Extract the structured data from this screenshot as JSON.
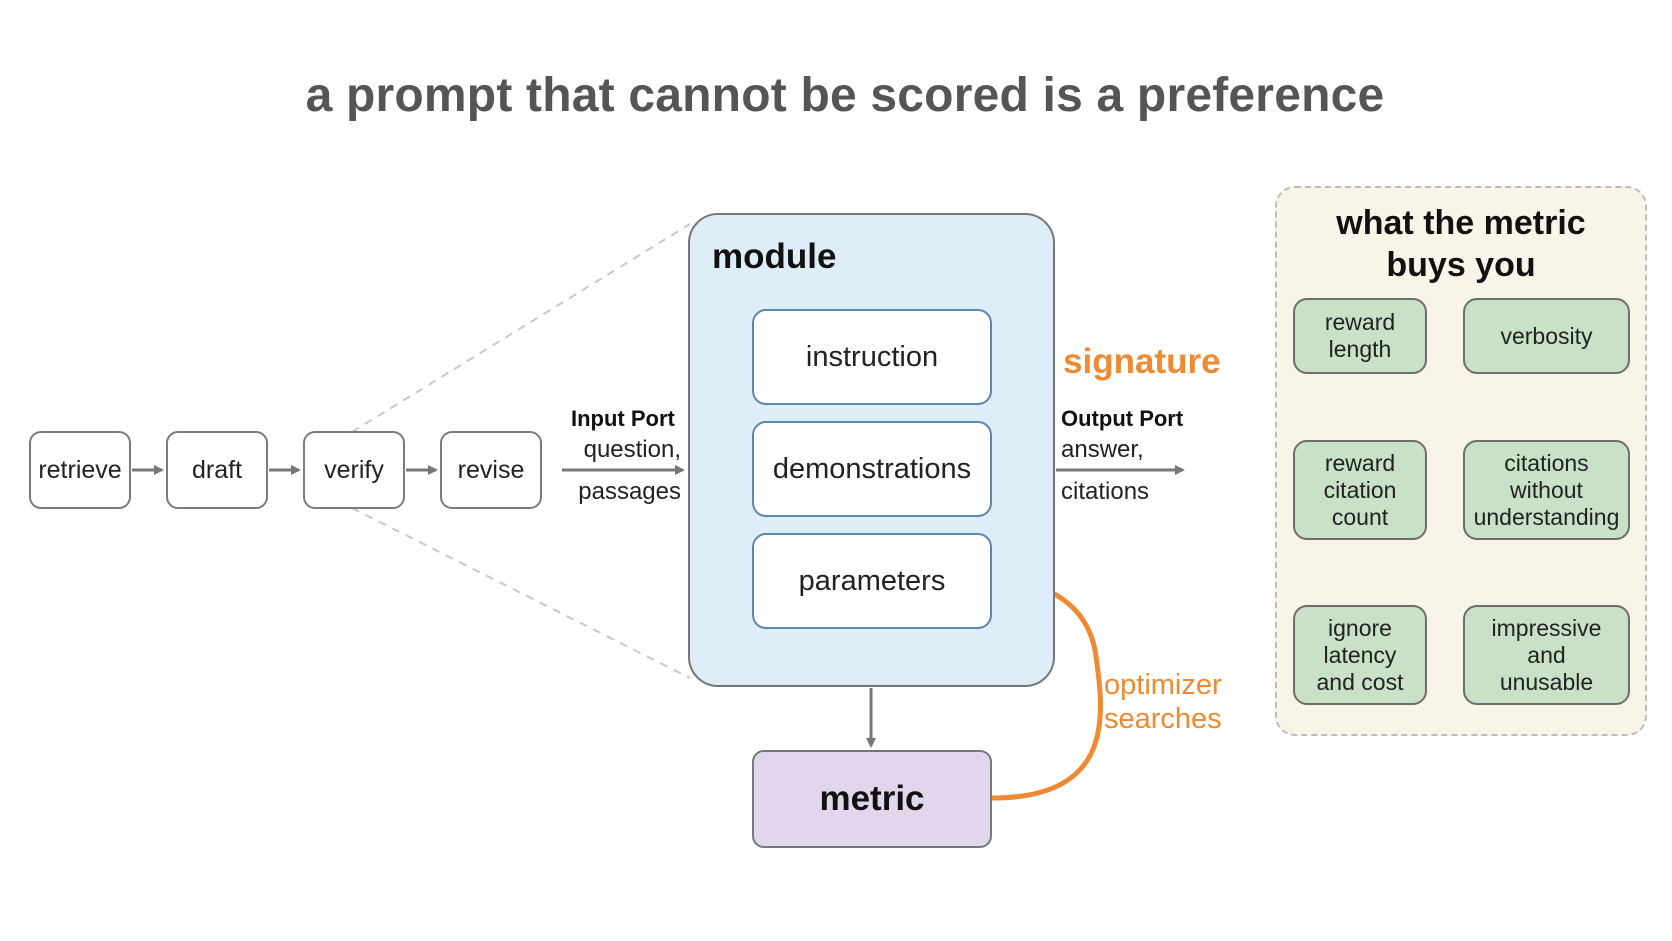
{
  "title": "a prompt that cannot be scored is a preference",
  "pipeline": {
    "steps": [
      "retrieve",
      "draft",
      "verify",
      "revise"
    ]
  },
  "module": {
    "label": "module",
    "components": [
      "instruction",
      "demonstrations",
      "parameters"
    ],
    "signature_label": "signature"
  },
  "ports": {
    "input_heading": "Input Port",
    "input_fields": "question,\npassages",
    "output_heading": "Output Port",
    "output_fields": "answer,\ncitations"
  },
  "metric": {
    "label": "metric"
  },
  "optimizer": {
    "label": "optimizer\nsearches"
  },
  "panel": {
    "title": "what the metric\nbuys you",
    "pairs": [
      {
        "cause": "reward\nlength",
        "effect": "verbosity"
      },
      {
        "cause": "reward\ncitation\ncount",
        "effect": "citations\nwithout\nunderstanding"
      },
      {
        "cause": "ignore\nlatency\nand cost",
        "effect": "impressive\nand\nunusable"
      }
    ]
  },
  "colors": {
    "accent_orange": "#ef8a32",
    "module_fill": "#deeef9",
    "metric_fill": "#e2d6ec",
    "panel_fill": "#f8f4e7",
    "pair_fill": "#c9e1c7",
    "title_gray": "#555555"
  }
}
